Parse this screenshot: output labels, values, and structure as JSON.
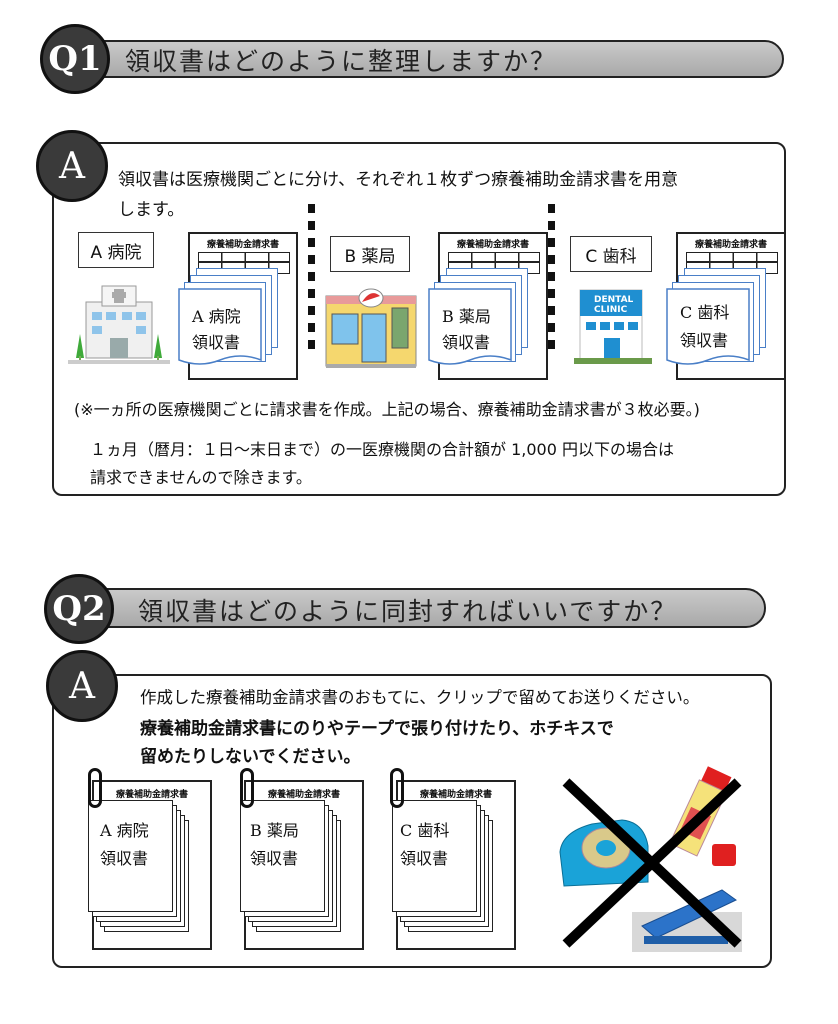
{
  "q1": {
    "badge": "Q1",
    "question": "領収書はどのように整理しますか？",
    "answer_badge": "A",
    "answer_line1": "領収書は医療機関ごとに分け、それぞれ１枚ずつ療養補助金請求書を用意",
    "answer_line2": "します。",
    "form_title": "療養補助金請求書",
    "institutions": [
      {
        "name": "A 病院",
        "receipt_line1": "A 病院",
        "receipt_line2": "領収書",
        "icon": "hospital-icon"
      },
      {
        "name": "B 薬局",
        "receipt_line1": "B 薬局",
        "receipt_line2": "領収書",
        "icon": "pharmacy-icon"
      },
      {
        "name": "C 歯科",
        "receipt_line1": "C 歯科",
        "receipt_line2": "領収書",
        "icon": "dental-clinic-icon",
        "sign_line1": "DENTAL",
        "sign_line2": "CLINIC"
      }
    ],
    "note": "(※一ヵ所の医療機関ごとに請求書を作成。上記の場合、療養補助金請求書が３枚必要。)",
    "condition_line1": "１ヵ月（暦月：１日～末日まで）の一医療機関の合計額が 1,000 円以下の場合は",
    "condition_line2": "請求できませんので除きます。"
  },
  "q2": {
    "badge": "Q2",
    "question": "領収書はどのように同封すればいいですか？",
    "answer_badge": "A",
    "answer_line1": "作成した療養補助金請求書のおもてに、クリップで留めてお送りください。",
    "answer_line2": "療養補助金請求書にのりやテープで張り付けたり、ホチキスで",
    "answer_line3": "留めたりしないでください。",
    "form_title": "療養補助金請求書",
    "docs": [
      {
        "line1": "A 病院",
        "line2": "領収書"
      },
      {
        "line1": "B 薬局",
        "line2": "領収書"
      },
      {
        "line1": "C 歯科",
        "line2": "領収書"
      }
    ],
    "prohibited_icons": [
      "tape-dispenser-icon",
      "glue-stick-icon",
      "stapler-icon",
      "cross-mark-icon"
    ]
  }
}
